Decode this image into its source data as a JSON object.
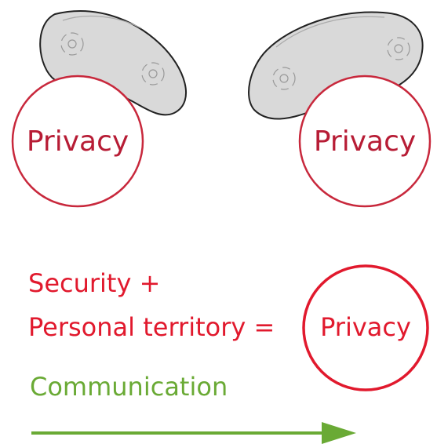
{
  "figure": {
    "left_circle_label": "Privacy",
    "right_circle_label": "Privacy",
    "equation": {
      "line1": "Security +",
      "line2": "Personal territory =",
      "result_label": "Privacy"
    },
    "arrow_label": "Communication"
  },
  "colors": {
    "circle_stroke": "#c8283c",
    "circle_text": "#b71c35",
    "equation_text": "#e1192d",
    "communication": "#6aaa35",
    "blob_fill": "#d9d9d9",
    "blob_stroke": "#222222"
  }
}
